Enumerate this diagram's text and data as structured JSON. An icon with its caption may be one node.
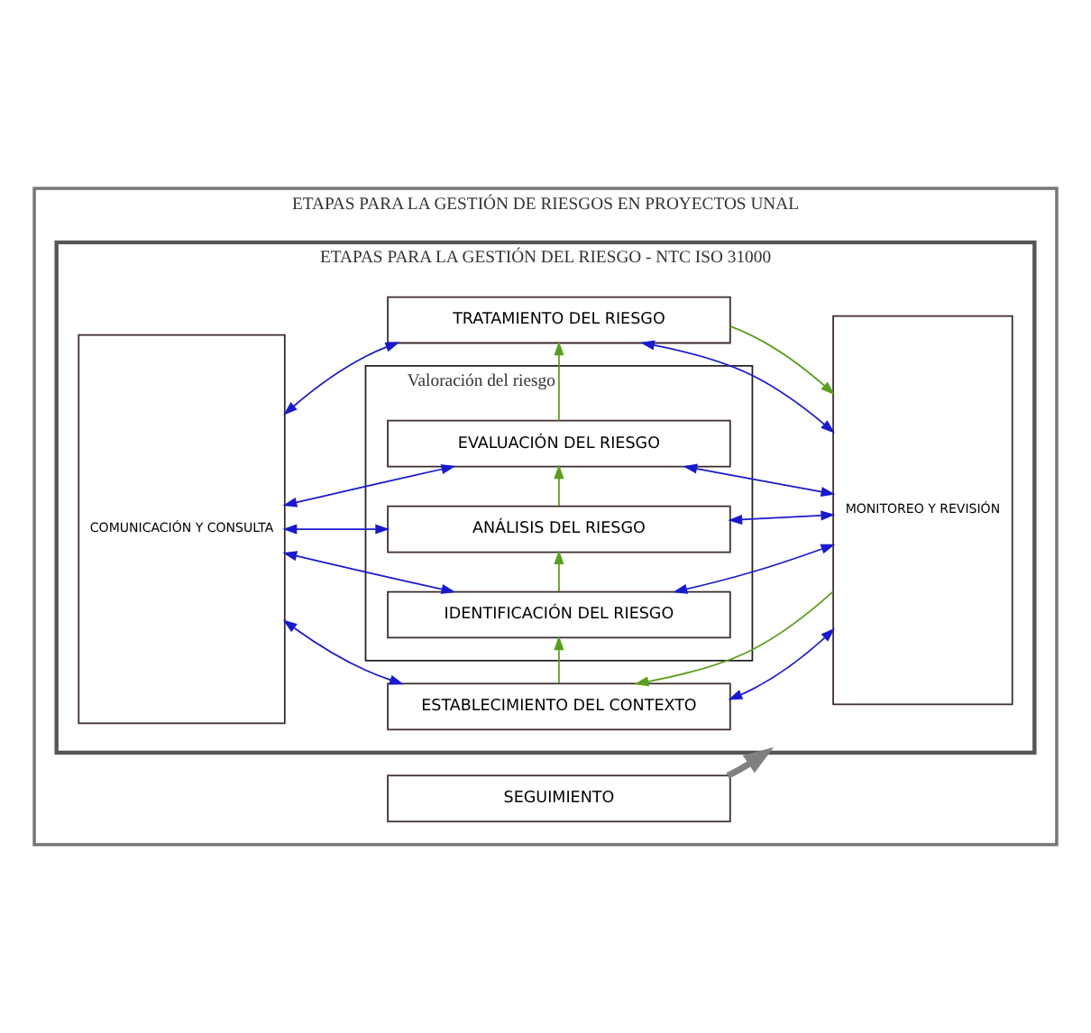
{
  "diagram": {
    "nodes": [
      {
        "text": [
          "ETAPAS PARA LA GESTIÓN DE RIESGOS EN PROYECTOS UNAL"
        ]
      },
      {
        "text": [
          "ETAPAS PARA LA GESTIÓN DEL RIESGO - NTC ISO 31000"
        ],
        "in": 0
      },
      {
        "text": [
          "COMUNICACIÓN Y CONSULTA"
        ],
        "in": 1
      },
      {
        "text": [
          "ESTABLECIMIENTO DEL CONTEXTO"
        ],
        "in": 1
      },
      {
        "text": [
          "Valoración del riesgo"
        ],
        "in": 1
      },
      {
        "text": [
          "IDENTIFICACIÓN DEL RIESGO"
        ],
        "in": 4
      },
      {
        "text": [
          "ANÁLISIS DEL RIESGO"
        ],
        "in": 4
      },
      {
        "text": [
          "EVALUACIÓN DEL RIESGO"
        ],
        "in": 4
      },
      {
        "text": [
          "TRATAMIENTO DEL RIESGO"
        ],
        "in": 1
      },
      {
        "text": [
          "MONITOREO Y REVISIÓN"
        ],
        "in": 1
      },
      {
        "text": [
          "SEGUIMIENTO"
        ],
        "in": 0
      }
    ],
    "edges": [
      {
        "from": 9,
        "to": 3,
        "arrow": "to",
        "color": "#5a9e1e"
      },
      {
        "from": 2,
        "to": 3,
        "arrow": "both"
      },
      {
        "from": 3,
        "to": 9,
        "arrow": "both"
      },
      {
        "from": 3,
        "to": 5,
        "arrow": "to",
        "color": "#5a9e1e"
      },
      {
        "from": 2,
        "to": 5,
        "arrow": "both"
      },
      {
        "from": 5,
        "to": 9,
        "arrow": "both"
      },
      {
        "from": 5,
        "to": 6,
        "arrow": "to",
        "color": "#5a9e1e"
      },
      {
        "from": 2,
        "to": 6,
        "arrow": "both"
      },
      {
        "from": 6,
        "to": 9,
        "arrow": "both"
      },
      {
        "from": 6,
        "to": 7,
        "arrow": "to",
        "color": "#5a9e1e"
      },
      {
        "from": 2,
        "to": 7,
        "arrow": "both"
      },
      {
        "from": 7,
        "to": 9,
        "arrow": "both"
      },
      {
        "from": 7,
        "to": 8,
        "arrow": "to",
        "color": "#5a9e1e"
      },
      {
        "from": 2,
        "to": 8,
        "arrow": "both"
      },
      {
        "from": 8,
        "to": 9,
        "arrow": "both"
      },
      {
        "from": 8,
        "to": 9,
        "arrow": "to",
        "color": "#5a9e1e"
      },
      {
        "from": 10,
        "to": 1,
        "arrow": "to",
        "style": "thick",
        "color": "#808080"
      }
    ]
  }
}
